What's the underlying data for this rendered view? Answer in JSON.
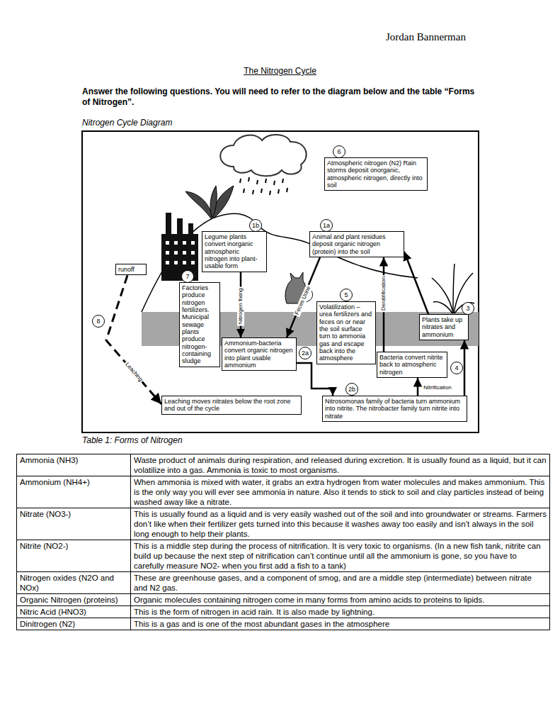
{
  "diagram": {
    "title": "The Nitrogen Cycle",
    "nodes": [
      {
        "text": [
          "Atmospheric nitrogen (N2) Rain storms deposit onorganic, atmospheric nitrogen, directly into soil"
        ]
      },
      {
        "text": [
          "Legume plants convert inorganic atmospheric nitrogen into plant-usable form"
        ]
      },
      {
        "text": [
          "Animal and plant residues deposit organic nitrogen (protein) into the soil"
        ]
      },
      {
        "text": [
          "runoff"
        ]
      },
      {
        "text": [
          "Factories produce nitrogen fertilizers. Municipal sewage plants produce nitrogen-containing sludge"
        ]
      },
      {
        "text": [
          "Volatilization – urea fertilizers and feces on or near the soil surface turn to ammonia gas and escape back into the atmosphere"
        ]
      },
      {
        "text": [
          "Plants take up nitrates and ammonium"
        ]
      },
      {
        "text": [
          "Ammonium-bacteria convert organic nitrogen into plant usable ammonium"
        ]
      },
      {
        "text": [
          "Bacteria convert nitrite back to atmospheric nitrogen"
        ]
      },
      {
        "text": [
          "Leaching moves nitrates below the root zone and out of the cycle"
        ]
      },
      {
        "text": [
          "Nitrosomonas family of bacteria turn ammonium into nitrite. The nitrobacter family turn nitrite into nitrate"
        ]
      }
    ],
    "edges": [
      {
        "from": 1,
        "to": 7,
        "label": "Nitrogen fixing",
        "arrow": "to"
      },
      {
        "from": 2,
        "to": 7,
        "label": "Feces Urine",
        "arrow": "to"
      },
      {
        "from": 7,
        "to": 10,
        "arrow": "to"
      },
      {
        "from": 10,
        "to": 8,
        "label": "Nitrification",
        "arrow": "to"
      },
      {
        "from": 8,
        "to": 2,
        "label": "Denitrification",
        "arrow": "to"
      },
      {
        "from": 10,
        "to": 6,
        "arrow": "to"
      },
      {
        "from": 6,
        "to": 2,
        "arrow": "to"
      },
      {
        "from": 3,
        "to": 9,
        "label": "Leaching",
        "arrow": "to"
      }
    ],
    "labels": [
      "Jordan Bannerman",
      "Answer the following questions.  You will need to refer to the diagram below and the table “Forms of Nitrogen”.",
      "Nitrogen Cycle Diagram",
      "6",
      "1b",
      "1a",
      "7",
      "8",
      "5",
      "3",
      "2a",
      "4",
      "2b",
      "Table 1: Forms of Nitrogen",
      "Ammonia (NH3)",
      "Waste product of animals during respiration, and released during excretion.  It is usually found as a liquid, but it can volatilize into a gas.  Ammonia is toxic to most organisms.",
      "Ammonium (NH4+)",
      "When ammonia is mixed with water, it grabs an extra hydrogen from water molecules and makes ammonium.  This is the only way you will ever see ammonia in nature.  Also it tends to stick to soil and clay particles instead of being washed away like a nitrate.",
      "Nitrate (NO3-)",
      "This is usually found as a liquid and is very easily washed out of the soil and into groundwater or streams.  Farmers don’t like when their fertilizer gets turned into this because it washes away too easily and isn’t always in the soil long enough to help their plants.",
      "Nitrite (NO2-)",
      "This is a middle step during the process of nitrification.  It is very toxic to organisms. (In a new fish tank, nitrite can build up because the next step of nitrification can’t continue until all the ammonium is gone, so you have to carefully measure NO2- when you first add a fish to a tank)",
      "Nitrogen oxides (N2O and NOx)",
      "These are greenhouse gases, and a component of smog, and are a middle step (intermediate) between nitrate and N2 gas.",
      "Organic Nitrogen (proteins)",
      "Organic molecules containing nitrogen come in many forms from amino acids to proteins to lipids.",
      "Nitric Acid (HNO3)",
      "This is the form of nitrogen in acid rain.  It is also made by lightning.",
      "Dinitrogen (N2)",
      "This is a gas and is one of the most abundant gases in the atmosphere"
    ]
  }
}
